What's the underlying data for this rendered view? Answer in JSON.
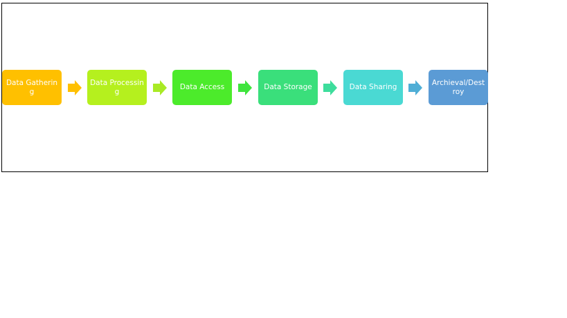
{
  "diagram": {
    "steps": [
      {
        "label": "Data Gathering",
        "color": "#FFC000"
      },
      {
        "label": "Data Processing",
        "color": "#B5F01E"
      },
      {
        "label": "Data Access",
        "color": "#4CEB2B"
      },
      {
        "label": "Data Storage",
        "color": "#3ADF7B"
      },
      {
        "label": "Data Sharing",
        "color": "#4AD9D3"
      },
      {
        "label": "Archieval/Destroy",
        "color": "#5B9BD5"
      }
    ],
    "arrow_colors": [
      "#FFC000",
      "#A9EA25",
      "#3FE43D",
      "#3DDD9C",
      "#4FAED6"
    ]
  }
}
